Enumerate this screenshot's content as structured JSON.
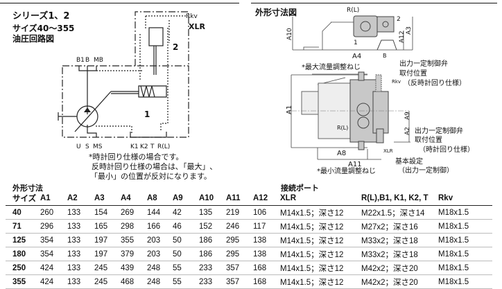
{
  "left": {
    "title": "シリーズ1、2",
    "subtitle": "サイズ40～355",
    "caption": "油圧回路図",
    "circuit_labels": {
      "rkv": "Rkv",
      "xlr": "XLR",
      "n1": "1",
      "n2": "2",
      "b1": "B1",
      "b": "B",
      "mb": "MB",
      "u": "U",
      "s": "S",
      "ms": "MS",
      "k1": "K1",
      "k2": "K2",
      "t": "T",
      "rl": "R(L)"
    },
    "notes": [
      "*時計回り仕様の場合です。",
      "反時計回り仕様の場合は､「最大」､",
      "「最小」の位置が反対になります。"
    ]
  },
  "right": {
    "title": "外形寸法図",
    "labels": {
      "rl_top": "R(L)",
      "n2": "2",
      "n1": "1",
      "a10": "A10",
      "a12": "A12",
      "a3": "A3",
      "a4": "A4",
      "b": "B",
      "max_screw": "*最大流量調整ねじ",
      "valve_ccw_1": "出力一定制御弁",
      "valve_ccw_2": "取付位置",
      "valve_ccw_3": "（反時計回り仕様）",
      "rkv": "Rkv",
      "a1": "A1",
      "a9": "A9",
      "a2": "A2",
      "rl_mid": "R(L)",
      "valve_cw_1": "出力一定制御弁",
      "valve_cw_2": "取付位置",
      "valve_cw_3": "（時計回り仕様）",
      "a8": "A8",
      "xlr": "XLR",
      "a11": "A11",
      "basic_1": "基本設定",
      "basic_2": "（出力一定制御）",
      "min_screw": "*最小流量調整ねじ"
    }
  },
  "table": {
    "title": "外形寸法",
    "ports_title": "接続ポート",
    "headers": [
      "サイズ",
      "A1",
      "A2",
      "A3",
      "A4",
      "A8",
      "A9",
      "A10",
      "A11",
      "A12",
      "XLR",
      "R(L),B1, K1, K2, T",
      "Rkv"
    ],
    "rows": [
      [
        "40",
        "260",
        "133",
        "154",
        "269",
        "144",
        "42",
        "135",
        "219",
        "106",
        "M14x1.5；深さ12",
        "M22x1.5；深さ14",
        "M18x1.5"
      ],
      [
        "71",
        "296",
        "133",
        "165",
        "298",
        "166",
        "46",
        "152",
        "246",
        "117",
        "M14x1.5；深さ12",
        "M27x2；深さ16",
        "M18x1.5"
      ],
      [
        "125",
        "354",
        "133",
        "197",
        "355",
        "203",
        "50",
        "186",
        "295",
        "138",
        "M14x1.5；深さ12",
        "M33x2；深さ18",
        "M18x1.5"
      ],
      [
        "180",
        "354",
        "133",
        "197",
        "379",
        "203",
        "50",
        "186",
        "295",
        "138",
        "M14x1.5；深さ12",
        "M33x2；深さ18",
        "M18x1.5"
      ],
      [
        "250",
        "424",
        "133",
        "245",
        "439",
        "248",
        "55",
        "233",
        "357",
        "168",
        "M14x1.5；深さ12",
        "M42x2；深さ20",
        "M18x1.5"
      ],
      [
        "355",
        "424",
        "133",
        "245",
        "468",
        "248",
        "55",
        "233",
        "357",
        "168",
        "M14x1.5；深さ12",
        "M42x2；深さ20",
        "M18x1.5"
      ]
    ]
  }
}
